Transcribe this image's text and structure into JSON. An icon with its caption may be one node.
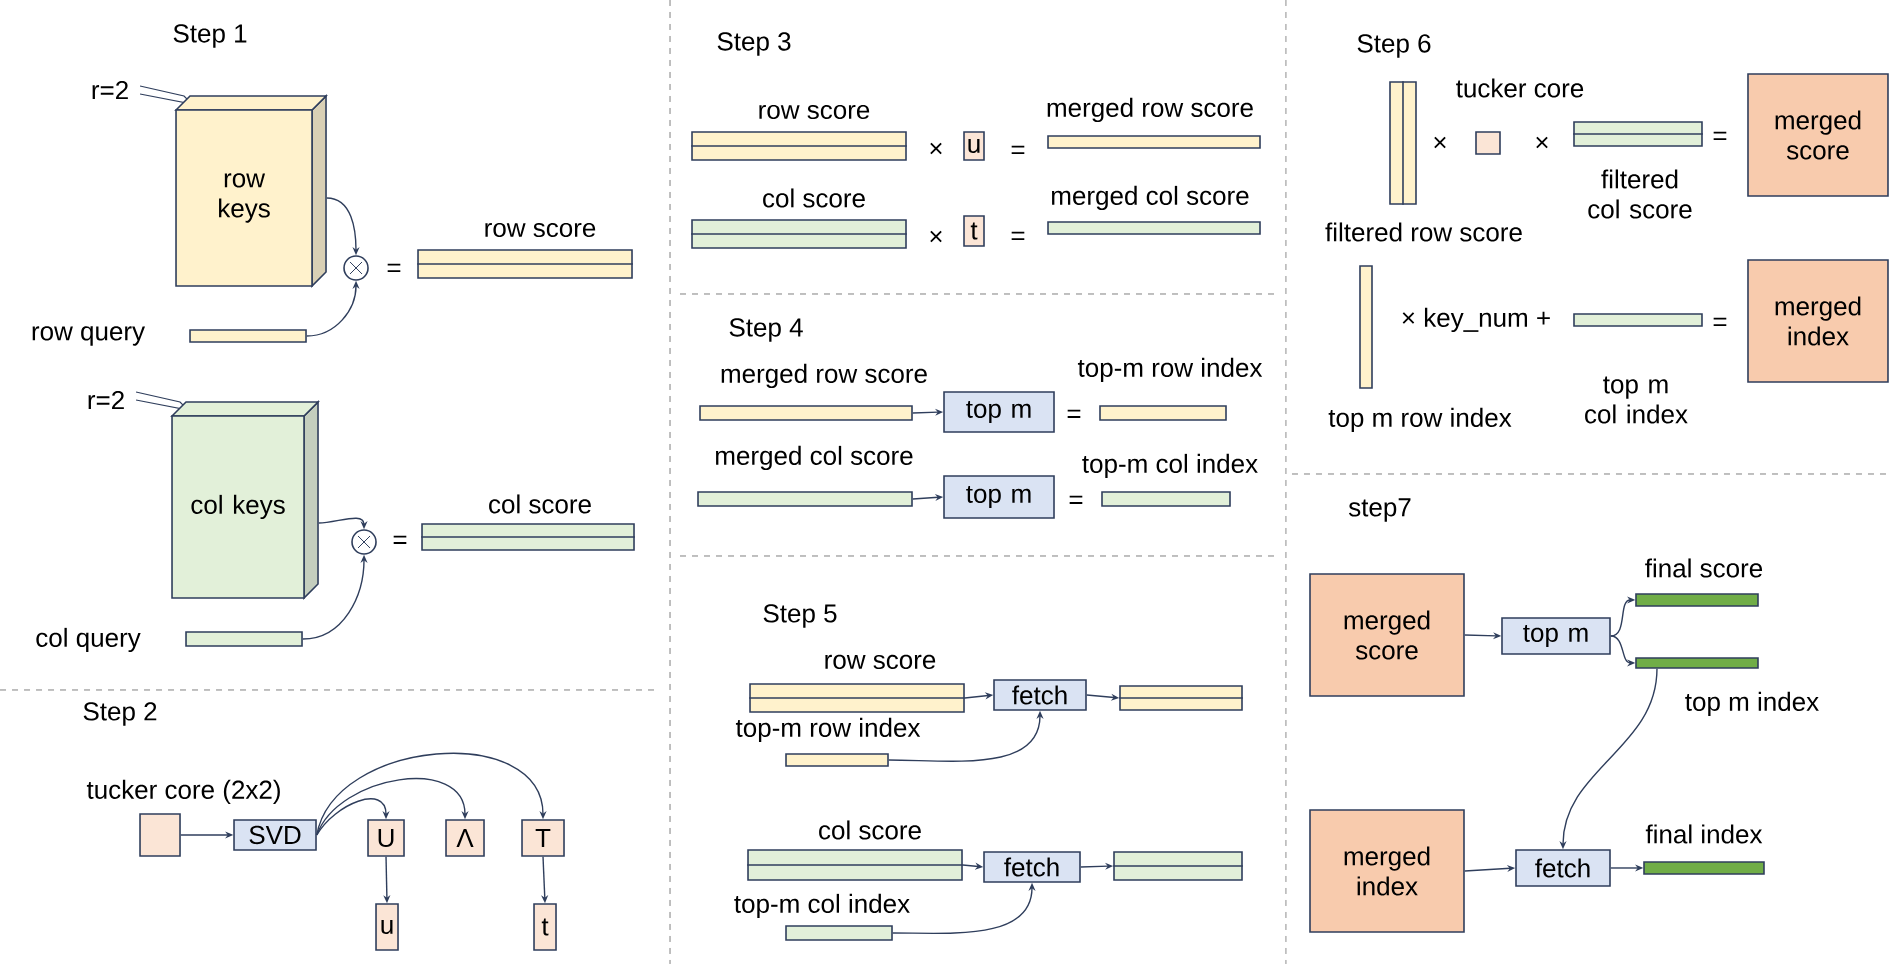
{
  "diagram": {
    "nodes": [
      {
        "text": [
          "row keys"
        ]
      },
      {
        "text": [],
        "shape": "circle"
      },
      {
        "text": [
          "row score"
        ]
      },
      {
        "text": [
          "row query"
        ]
      },
      {
        "text": [
          "col keys"
        ]
      },
      {
        "text": [],
        "shape": "circle"
      },
      {
        "text": [
          "col score"
        ]
      },
      {
        "text": [
          "col query"
        ]
      },
      {
        "text": [
          "tucker core (2x2)"
        ]
      },
      {
        "text": [
          "SVD"
        ]
      },
      {
        "text": [
          "U"
        ]
      },
      {
        "text": [
          "Λ"
        ]
      },
      {
        "text": [
          "T"
        ]
      },
      {
        "text": [
          "u"
        ]
      },
      {
        "text": [
          "t"
        ]
      },
      {
        "text": [
          "row score"
        ]
      },
      {
        "text": [
          "u"
        ]
      },
      {
        "text": [
          "merged row score"
        ]
      },
      {
        "text": [
          "col score"
        ]
      },
      {
        "text": [
          "t"
        ]
      },
      {
        "text": [
          "merged col score"
        ]
      },
      {
        "text": [
          "merged row score"
        ]
      },
      {
        "text": [
          "top m"
        ]
      },
      {
        "text": [
          "top-m row index"
        ]
      },
      {
        "text": [
          "merged col score"
        ]
      },
      {
        "text": [
          "top m"
        ]
      },
      {
        "text": [
          "top-m col index"
        ]
      },
      {
        "text": [
          "row score"
        ]
      },
      {
        "text": [
          "fetch"
        ]
      },
      {
        "text": [],
        "shape": "bar"
      },
      {
        "text": [
          "top-m row index"
        ]
      },
      {
        "text": [
          "col score"
        ]
      },
      {
        "text": [
          "fetch"
        ]
      },
      {
        "text": [],
        "shape": "bar"
      },
      {
        "text": [
          "top-m col index"
        ]
      },
      {
        "text": [
          "filtered row score"
        ]
      },
      {
        "text": [
          "tucker core"
        ]
      },
      {
        "text": [
          "filtered col score"
        ]
      },
      {
        "text": [
          "merged score"
        ]
      },
      {
        "text": [
          "top m row index"
        ]
      },
      {
        "text": [
          "top m col index"
        ]
      },
      {
        "text": [
          "merged index"
        ]
      },
      {
        "text": [
          "merged score"
        ]
      },
      {
        "text": [
          "top m"
        ]
      },
      {
        "text": [
          "final score"
        ]
      },
      {
        "text": [
          "top m index"
        ]
      },
      {
        "text": [
          "merged index"
        ]
      },
      {
        "text": [
          "fetch"
        ]
      },
      {
        "text": [
          "final index"
        ]
      }
    ],
    "edges": [
      {
        "from": 0,
        "to": 1,
        "arrow": "to"
      },
      {
        "from": 3,
        "to": 1,
        "arrow": "to"
      },
      {
        "from": 4,
        "to": 5,
        "arrow": "to"
      },
      {
        "from": 7,
        "to": 5,
        "arrow": "to"
      },
      {
        "from": 8,
        "to": 9,
        "arrow": "to"
      },
      {
        "from": 9,
        "to": 10,
        "arrow": "to"
      },
      {
        "from": 9,
        "to": 11,
        "arrow": "to"
      },
      {
        "from": 9,
        "to": 12,
        "arrow": "to"
      },
      {
        "from": 10,
        "to": 13,
        "arrow": "to"
      },
      {
        "from": 12,
        "to": 14,
        "arrow": "to"
      },
      {
        "from": 21,
        "to": 22,
        "arrow": "to"
      },
      {
        "from": 24,
        "to": 25,
        "arrow": "to"
      },
      {
        "from": 27,
        "to": 28,
        "arrow": "to"
      },
      {
        "from": 28,
        "to": 29,
        "arrow": "to"
      },
      {
        "from": 30,
        "to": 28,
        "arrow": "to"
      },
      {
        "from": 31,
        "to": 32,
        "arrow": "to"
      },
      {
        "from": 32,
        "to": 33,
        "arrow": "to"
      },
      {
        "from": 34,
        "to": 32,
        "arrow": "to"
      },
      {
        "from": 42,
        "to": 43,
        "arrow": "to"
      },
      {
        "from": 43,
        "to": 44,
        "arrow": "to"
      },
      {
        "from": 43,
        "to": 45,
        "arrow": "to"
      },
      {
        "from": 45,
        "to": 47,
        "arrow": "to"
      },
      {
        "from": 46,
        "to": 47,
        "arrow": "to"
      },
      {
        "from": 47,
        "to": 48,
        "arrow": "to"
      }
    ],
    "labels": [
      "Step 1",
      "r=2",
      "=",
      "r=2",
      "=",
      "Step 2",
      "Step 3",
      "×",
      "=",
      "×",
      "=",
      "Step 4",
      "=",
      "=",
      "Step 5",
      "Step 6",
      "×",
      "×",
      "=",
      "× key_num +",
      "=",
      "step7"
    ]
  }
}
